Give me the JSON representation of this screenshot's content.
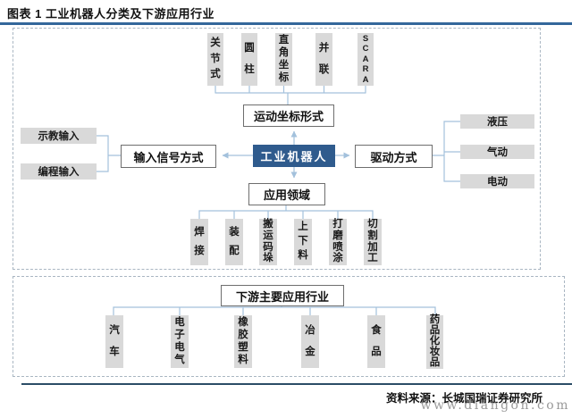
{
  "header": {
    "title": "图表 1 工业机器人分类及下游应用行业"
  },
  "diagram": {
    "center_label": "工业机器人",
    "coordinate": {
      "label": "运动坐标形式",
      "types": [
        "关节式",
        "圆柱",
        "直角坐标",
        "并联",
        "SCARA"
      ]
    },
    "input_signal": {
      "label": "输入信号方式",
      "types": [
        "示教输入",
        "编程输入"
      ]
    },
    "drive": {
      "label": "驱动方式",
      "types": [
        "液压",
        "气动",
        "电动"
      ]
    },
    "application": {
      "label": "应用领域",
      "types": [
        "焊接",
        "装配",
        "搬运码垛",
        "上下料",
        "打磨喷涂",
        "切割加工"
      ]
    },
    "downstream": {
      "label": "下游主要应用行业",
      "industries": [
        "汽车",
        "电子电气",
        "橡胶塑料",
        "冶金",
        "食品",
        "药品化妆品"
      ]
    }
  },
  "footer": {
    "source": "资料来源：长城国瑞证券研究所",
    "watermark": "www.diangon.com"
  },
  "colors": {
    "accent_rule_blue": "#33679B",
    "center_node_blue": "#2F5B8D",
    "connector_blue": "#A3C1DC",
    "box_gray": "#D9D9D9",
    "footer_rule_dark": "#2B4D66"
  }
}
